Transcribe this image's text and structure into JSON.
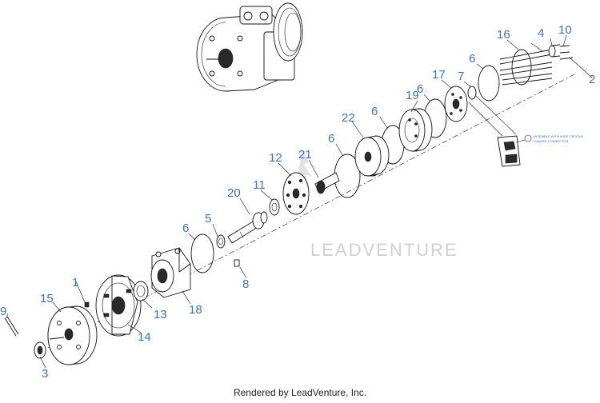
{
  "credit": "Rendered by LeadVenture, Inc.",
  "watermark": "LEADVENTURE",
  "note": [
    "ASSEMBLE WITH WIDE GROOVE",
    "TOWARD CONNECTOR"
  ],
  "callouts": [
    "1",
    "2",
    "3",
    "4",
    "5",
    "6",
    "6",
    "6",
    "6",
    "6",
    "6",
    "7",
    "8",
    "9",
    "10",
    "11",
    "12",
    "13",
    "14",
    "15",
    "16",
    "17",
    "18",
    "19",
    "20",
    "21",
    "22"
  ]
}
